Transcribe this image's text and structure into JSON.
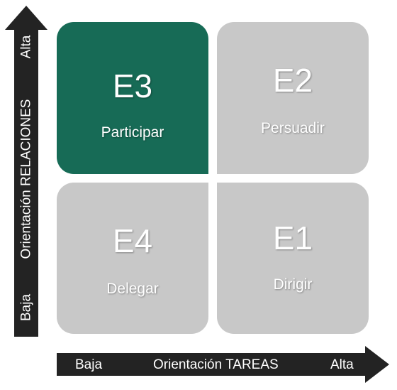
{
  "colors": {
    "active": "#176b56",
    "inactive": "#c8c8c8",
    "axis": "#232323",
    "text": "#ffffff"
  },
  "quadrants": {
    "e3": {
      "code": "E3",
      "label": "Participar",
      "state": "active"
    },
    "e2": {
      "code": "E2",
      "label": "Persuadir",
      "state": "inactive"
    },
    "e4": {
      "code": "E4",
      "label": "Delegar",
      "state": "inactive"
    },
    "e1": {
      "code": "E1",
      "label": "Dirigir",
      "state": "inactive"
    }
  },
  "x_axis": {
    "low": "Baja",
    "title": "Orientación TAREAS",
    "high": "Alta"
  },
  "y_axis": {
    "low": "Baja",
    "title": "Orientación RELACIONES",
    "high": "Alta"
  }
}
